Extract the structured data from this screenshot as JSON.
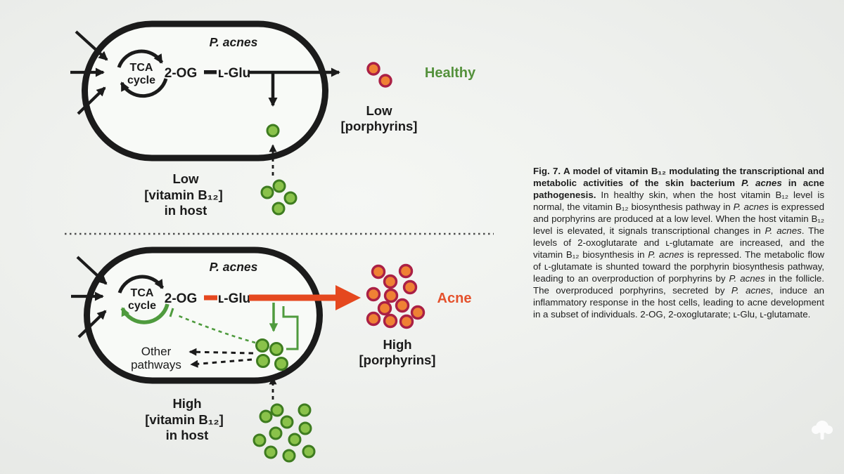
{
  "figure": {
    "healthy_panel": {
      "cell_label": "P. acnes",
      "tca": [
        "TCA",
        "cycle"
      ],
      "two_og": "2-OG",
      "l_glu": "ʟ-Glu",
      "outcome": "Healthy",
      "porphyrin_level": [
        "Low",
        "[porphyrins]"
      ],
      "vitamin_level": [
        "Low",
        "[vitamin B₁₂]",
        "in host"
      ],
      "porphyrin_count": 2,
      "vitamin_b12_count": 4
    },
    "acne_panel": {
      "cell_label": "P. acnes",
      "tca": [
        "TCA",
        "cycle"
      ],
      "two_og": "2-OG",
      "l_glu": "ʟ-Glu",
      "outcome": "Acne",
      "other_pathways": [
        "Other",
        "pathways"
      ],
      "porphyrin_level": [
        "High",
        "[porphyrins]"
      ],
      "vitamin_level": [
        "High",
        "[vitamin B₁₂]",
        "in host"
      ],
      "porphyrin_count": 12,
      "vitamin_b12_count": 11
    },
    "caption": {
      "segments": [
        {
          "text": "Fig. 7.  A model of vitamin B₁₂ modulating the transcriptional and metabolic activities of the skin bacterium ",
          "bold": true
        },
        {
          "text": "P. acnes",
          "bold": true,
          "italic": true
        },
        {
          "text": " in acne pathogenesis.",
          "bold": true
        },
        {
          "text": " In healthy skin, when the host vitamin B₁₂ level is normal, the vitamin B₁₂ biosynthesis pathway in "
        },
        {
          "text": "P. acnes",
          "italic": true
        },
        {
          "text": " is expressed and porphyrins are produced at a low level. When the host vitamin B₁₂ level is elevated, it signals transcriptional changes in "
        },
        {
          "text": "P. acnes",
          "italic": true
        },
        {
          "text": ". The levels of 2-oxoglutarate and ʟ-glutamate are increased, and the vitamin B₁₂ biosynthesis in "
        },
        {
          "text": "P. acnes",
          "italic": true
        },
        {
          "text": " is repressed. The metabolic flow of ʟ-glutamate is shunted toward the porphyrin biosynthesis pathway, leading to an overproduction of porphyrins by "
        },
        {
          "text": "P. acnes",
          "italic": true
        },
        {
          "text": " in the follicle. The overproduced porphyrins, secreted by "
        },
        {
          "text": "P. acnes",
          "italic": true
        },
        {
          "text": ", induce an inflammatory response in the host cells, leading to acne development in a subset of individuals. 2-OG, 2-oxoglutarate; ʟ-Glu, ʟ-glutamate."
        }
      ]
    },
    "colors": {
      "healthy_green": "#54913c",
      "acne_red": "#e4512c",
      "arrow_red": "#e5481f",
      "vitamin_fill": "#8ac24a",
      "vitamin_stroke": "#3e7c20",
      "porphyrin_fill": "#ef8134",
      "porphyrin_stroke": "#aa2045",
      "pathway_green": "#4f9b3e"
    },
    "watermark": "tree-icon"
  }
}
